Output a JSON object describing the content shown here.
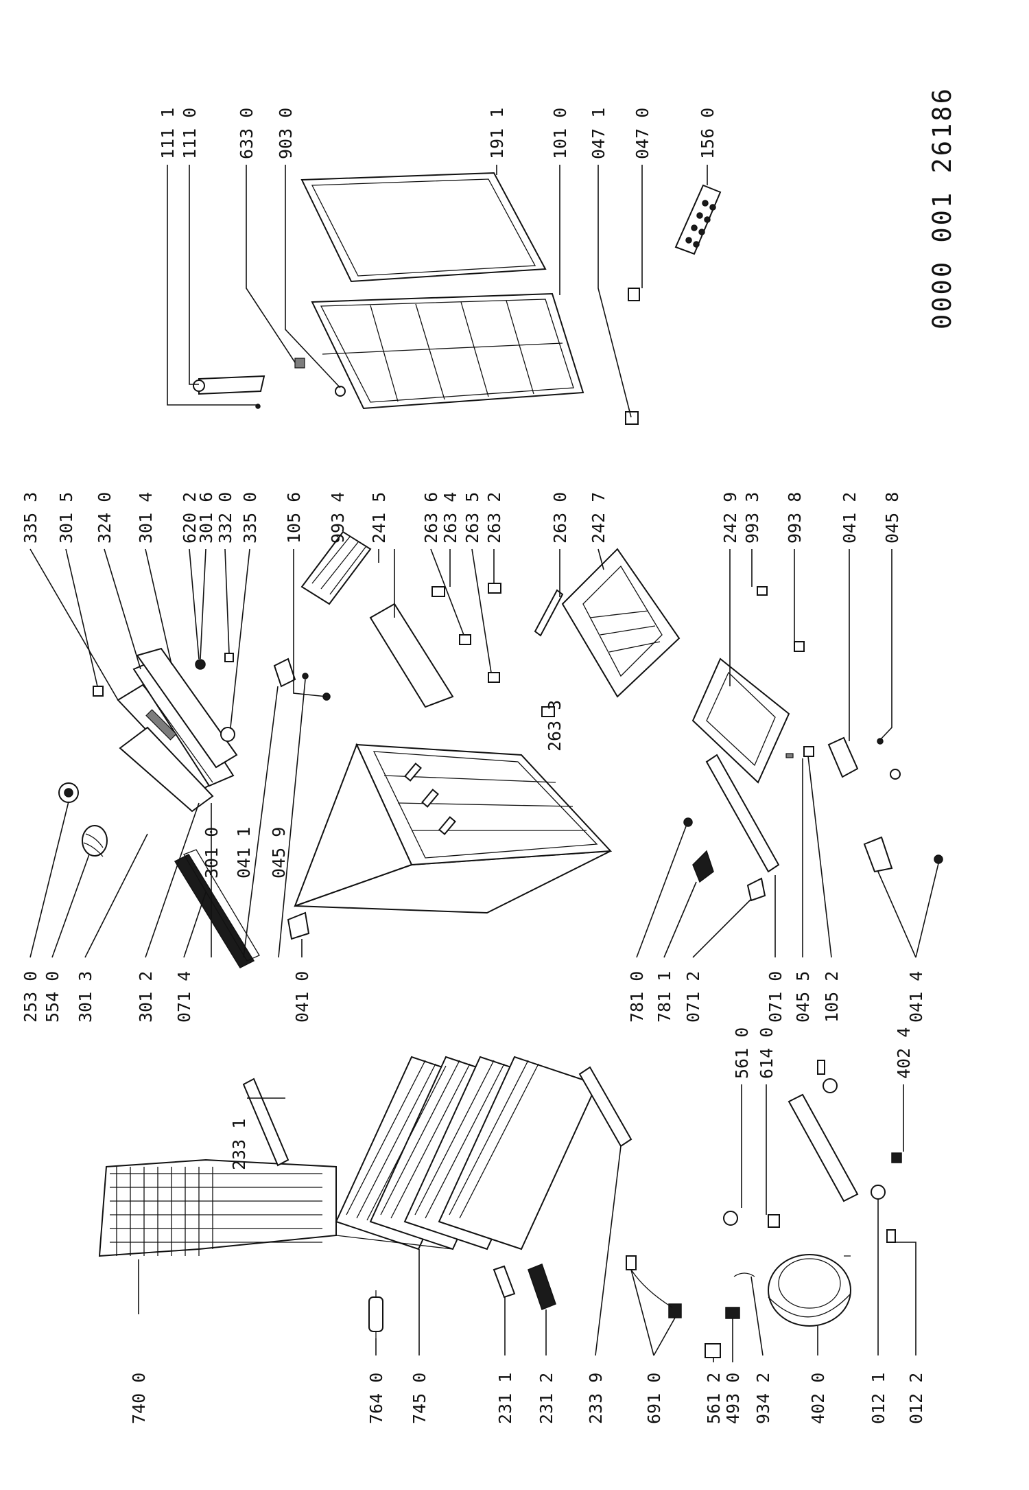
{
  "document_number": "0000 001 26186",
  "callouts": [
    {
      "id": "c0",
      "text": "111 1"
    },
    {
      "id": "c1",
      "text": "111 0"
    },
    {
      "id": "c2",
      "text": "633 0"
    },
    {
      "id": "c3",
      "text": "903 0"
    },
    {
      "id": "c4",
      "text": "191 1"
    },
    {
      "id": "c5",
      "text": "101 0"
    },
    {
      "id": "c6",
      "text": "047 1"
    },
    {
      "id": "c7",
      "text": "047 0"
    },
    {
      "id": "c8",
      "text": "156 0"
    },
    {
      "id": "c9",
      "text": "335 3"
    },
    {
      "id": "c10",
      "text": "301 5"
    },
    {
      "id": "c11",
      "text": "324 0"
    },
    {
      "id": "c12",
      "text": "301 4"
    },
    {
      "id": "c13",
      "text": "620 2"
    },
    {
      "id": "c14",
      "text": "301 6"
    },
    {
      "id": "c15",
      "text": "332 0"
    },
    {
      "id": "c16",
      "text": "335 0"
    },
    {
      "id": "c17",
      "text": "105 6"
    },
    {
      "id": "c18",
      "text": "993 4"
    },
    {
      "id": "c19",
      "text": "241 5"
    },
    {
      "id": "c20",
      "text": "263 6"
    },
    {
      "id": "c21",
      "text": "263 4"
    },
    {
      "id": "c22",
      "text": "263 5"
    },
    {
      "id": "c23",
      "text": "263 2"
    },
    {
      "id": "c24",
      "text": "263 0"
    },
    {
      "id": "c25",
      "text": "242 7"
    },
    {
      "id": "c26",
      "text": "242 9"
    },
    {
      "id": "c27",
      "text": "993 3"
    },
    {
      "id": "c28",
      "text": "993 8"
    },
    {
      "id": "c29",
      "text": "041 2"
    },
    {
      "id": "c30",
      "text": "045 8"
    },
    {
      "id": "c31",
      "text": "263 3"
    },
    {
      "id": "c32",
      "text": "253 0"
    },
    {
      "id": "c33",
      "text": "554 0"
    },
    {
      "id": "c34",
      "text": "301 3"
    },
    {
      "id": "c35",
      "text": "301 2"
    },
    {
      "id": "c36",
      "text": "071 4"
    },
    {
      "id": "c37",
      "text": "301 0"
    },
    {
      "id": "c38",
      "text": "041 1"
    },
    {
      "id": "c39",
      "text": "045 9"
    },
    {
      "id": "c40",
      "text": "041 0"
    },
    {
      "id": "c41",
      "text": "781 0"
    },
    {
      "id": "c42",
      "text": "781 1"
    },
    {
      "id": "c43",
      "text": "071 2"
    },
    {
      "id": "c44",
      "text": "071 0"
    },
    {
      "id": "c45",
      "text": "045 5"
    },
    {
      "id": "c46",
      "text": "105 2"
    },
    {
      "id": "c47",
      "text": "041 4"
    },
    {
      "id": "c48",
      "text": "233 1"
    },
    {
      "id": "c49",
      "text": "561 0"
    },
    {
      "id": "c50",
      "text": "614 0"
    },
    {
      "id": "c51",
      "text": "402 4"
    },
    {
      "id": "c52",
      "text": "740 0"
    },
    {
      "id": "c53",
      "text": "764 0"
    },
    {
      "id": "c54",
      "text": "745 0"
    },
    {
      "id": "c55",
      "text": "231 1"
    },
    {
      "id": "c56",
      "text": "231 2"
    },
    {
      "id": "c57",
      "text": "233 9"
    },
    {
      "id": "c58",
      "text": "691 0"
    },
    {
      "id": "c59",
      "text": "561 2"
    },
    {
      "id": "c60",
      "text": "493 0"
    },
    {
      "id": "c61",
      "text": "934 2"
    },
    {
      "id": "c62",
      "text": "402 0"
    },
    {
      "id": "c63",
      "text": "012 1"
    },
    {
      "id": "c64",
      "text": "012 2"
    }
  ]
}
